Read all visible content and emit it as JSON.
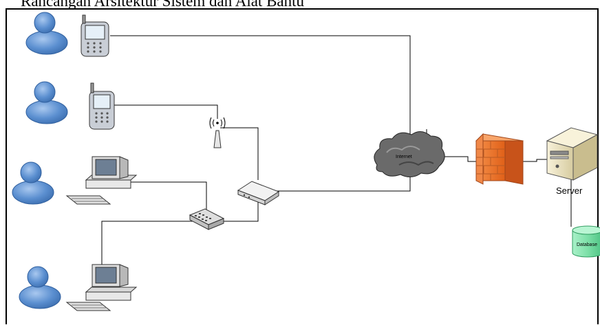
{
  "title": "Rancangan Arsitektur Sistem dan Alat Bantu",
  "nodes": {
    "internet": {
      "label": "Internet"
    },
    "server": {
      "label": "Server"
    },
    "database": {
      "label": "Database"
    }
  },
  "colors": {
    "user_body": "#5b8fd0",
    "user_outline": "#2f5f9e",
    "firewall": "#f07a30",
    "cloud": "#5a5a5a",
    "database": "#7de0a8",
    "server_case": "#efe6c4"
  }
}
